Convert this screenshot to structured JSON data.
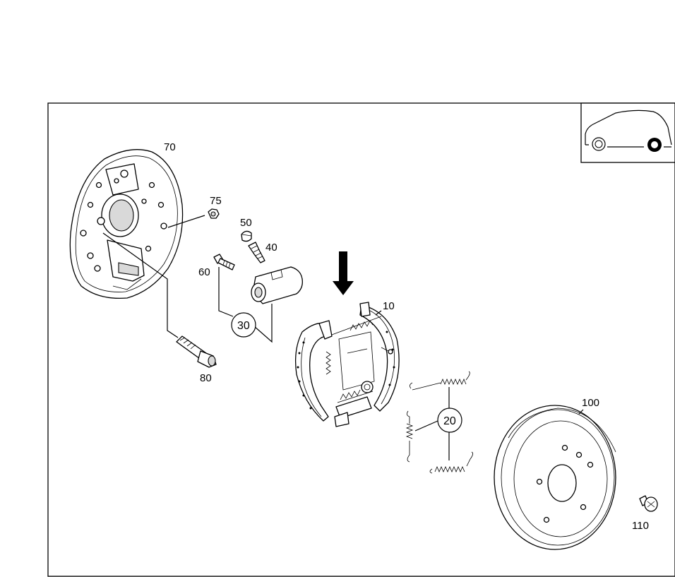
{
  "callouts": {
    "p10": "10",
    "p20": "20",
    "p30": "30",
    "p40": "40",
    "p50": "50",
    "p60": "60",
    "p70": "70",
    "p75": "75",
    "p80": "80",
    "p100": "100",
    "p110": "110"
  },
  "icons": {
    "arrow": "down-arrow-icon",
    "vehicle": "car-rear-axle-icon"
  }
}
